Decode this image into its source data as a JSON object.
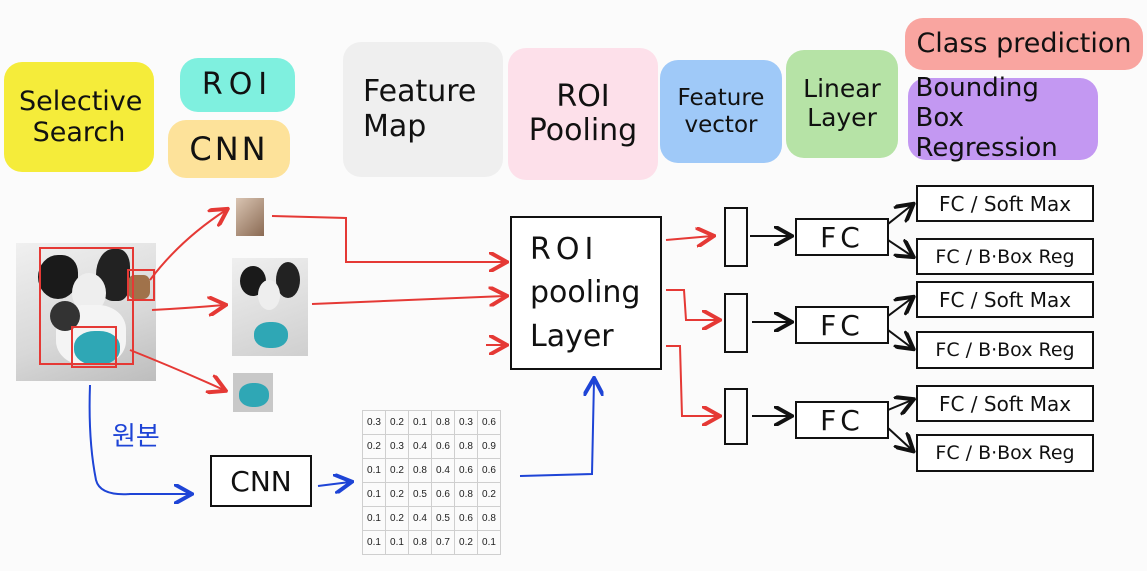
{
  "stages": {
    "selective_search": "Selective Search",
    "roi": "ROI",
    "cnn_top": "CNN",
    "feature_map": "Feature Map",
    "roi_pooling": "ROI Pooling",
    "feature_vector": "Feature vector",
    "linear_layer": "Linear Layer",
    "class_prediction": "Class prediction",
    "bbox_regression": "Bounding Box Regression"
  },
  "colors": {
    "yellow": "#f5ec3a",
    "cyan": "#7ff0df",
    "orange": "#fde29a",
    "gray": "#efefef",
    "pink": "#fde0ea",
    "blue": "#9fc9f8",
    "green": "#b6e3a6",
    "red": "#f9a5a0",
    "purple": "#c398f2",
    "arrow_red": "#e53935",
    "arrow_blue": "#1e44d6"
  },
  "roi_pooling_layer": {
    "line1": "ROI",
    "line2": "pooling",
    "line3": "Layer"
  },
  "cnn_box": "CNN",
  "original_label": "원본",
  "fc_label": "FC",
  "heads": [
    {
      "cls": "FC / Soft Max",
      "reg": "FC / B·Box Reg"
    },
    {
      "cls": "FC / Soft Max",
      "reg": "FC / B·Box Reg"
    },
    {
      "cls": "FC / Soft Max",
      "reg": "FC / B·Box Reg"
    }
  ],
  "feature_map_values": [
    [
      "0.3",
      "0.2",
      "0.1",
      "0.8",
      "0.3",
      "0.6"
    ],
    [
      "0.2",
      "0.3",
      "0.4",
      "0.6",
      "0.8",
      "0.9"
    ],
    [
      "0.1",
      "0.2",
      "0.8",
      "0.4",
      "0.6",
      "0.6"
    ],
    [
      "0.1",
      "0.2",
      "0.5",
      "0.6",
      "0.8",
      "0.2"
    ],
    [
      "0.1",
      "0.2",
      "0.4",
      "0.5",
      "0.6",
      "0.8"
    ],
    [
      "0.1",
      "0.1",
      "0.8",
      "0.7",
      "0.2",
      "0.1"
    ]
  ]
}
